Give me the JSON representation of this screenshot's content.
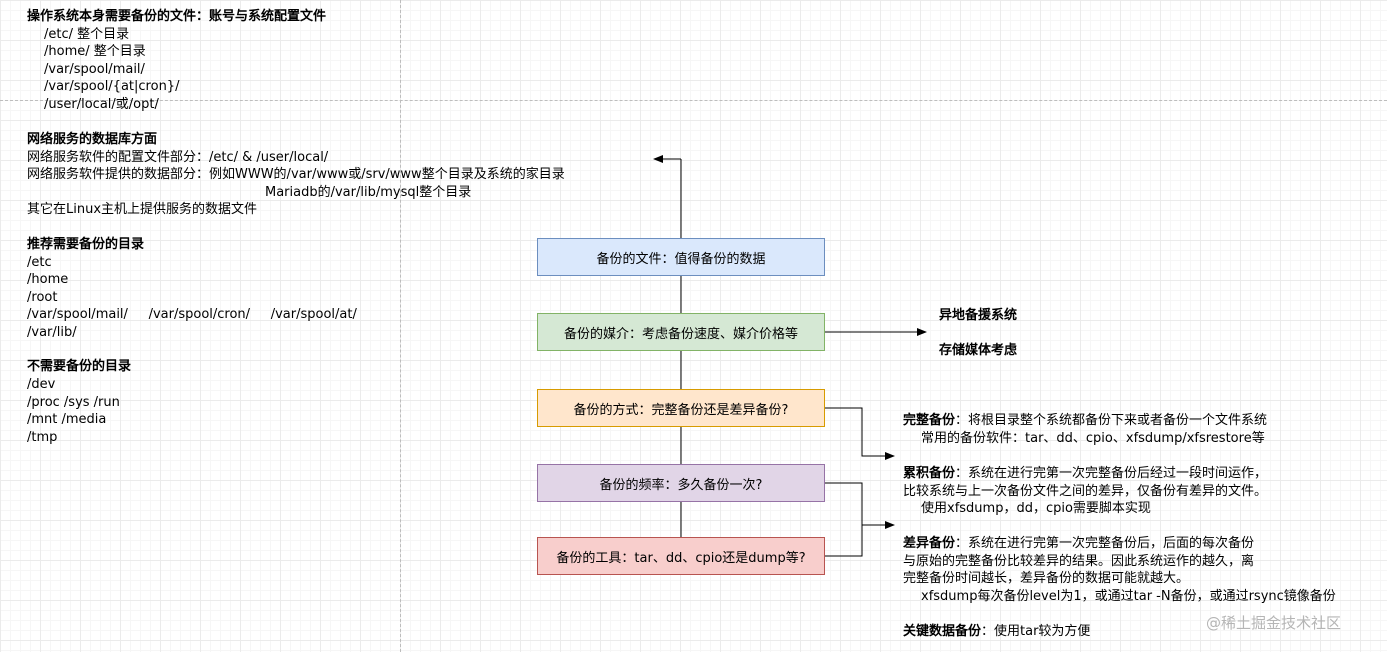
{
  "left_column": {
    "os_section": {
      "heading": "操作系统本身需要备份的文件：账号与系统配置文件",
      "items": [
        "/etc/ 整个目录",
        "/home/ 整个目录",
        "/var/spool/mail/",
        "/var/spool/{at|cron}/",
        "/user/local/或/opt/"
      ]
    },
    "db_section": {
      "heading": "网络服务的数据库方面",
      "config_line": "网络服务软件的配置文件部分：/etc/ & /user/local/",
      "data_line": "网络服务软件提供的数据部分：例如WWW的/var/www或/srv/www整个目录及系统的家目录",
      "mysql_line": "Mariadb的/var/lib/mysql整个目录",
      "other_line": "其它在Linux主机上提供服务的数据文件"
    },
    "recommended_section": {
      "heading": "推荐需要备份的目录",
      "items": [
        "/etc",
        "/home",
        "/root",
        "/var/spool/mail/     /var/spool/cron/     /var/spool/at/",
        "/var/lib/"
      ]
    },
    "not_needed_section": {
      "heading": "不需要备份的目录",
      "items": [
        "/dev",
        "/proc /sys /run",
        "/mnt /media",
        "/tmp"
      ]
    }
  },
  "flow_boxes": [
    {
      "label": "备份的文件：值得备份的数据"
    },
    {
      "label": "备份的媒介：考虑备份速度、媒介价格等"
    },
    {
      "label": "备份的方式：完整备份还是差异备份?"
    },
    {
      "label": "备份的频率：多久备份一次?"
    },
    {
      "label": "备份的工具：tar、dd、cpio还是dump等?"
    }
  ],
  "media_notes": {
    "remote": "异地备援系统",
    "storage": "存储媒体考虑"
  },
  "right_notes": {
    "full": {
      "title": "完整备份",
      "desc": "：将根目录整个系统都备份下来或者备份一个文件系统",
      "tools": "常用的备份软件：tar、dd、cpio、xfsdump/xfsrestore等"
    },
    "cumulative": {
      "title": "累积备份",
      "desc1": "：系统在进行完第一次完整备份后经过一段时间运作，",
      "desc2": "比较系统与上一次备份文件之间的差异，仅备份有差异的文件。",
      "tools": "使用xfsdump，dd，cpio需要脚本实现"
    },
    "differential": {
      "title": "差异备份",
      "desc1": "：系统在进行完第一次完整备份后，后面的每次备份",
      "desc2": "与原始的完整备份比较差异的结果。因此系统运作的越久，离",
      "desc3": "完整备份时间越长，差异备份的数据可能就越大。",
      "tools": "xfsdump每次备份level为1，或通过tar -N备份，或通过rsync镜像备份"
    },
    "key_data": {
      "title": "关键数据备份",
      "desc": "：使用tar较为方便"
    }
  },
  "watermark": "@稀土掘金技术社区",
  "colors": {
    "box_blue": "#dae8fc",
    "box_green": "#d5e8d4",
    "box_orange": "#ffe6cc",
    "box_purple": "#e1d5e7",
    "box_red": "#f8cecc"
  }
}
